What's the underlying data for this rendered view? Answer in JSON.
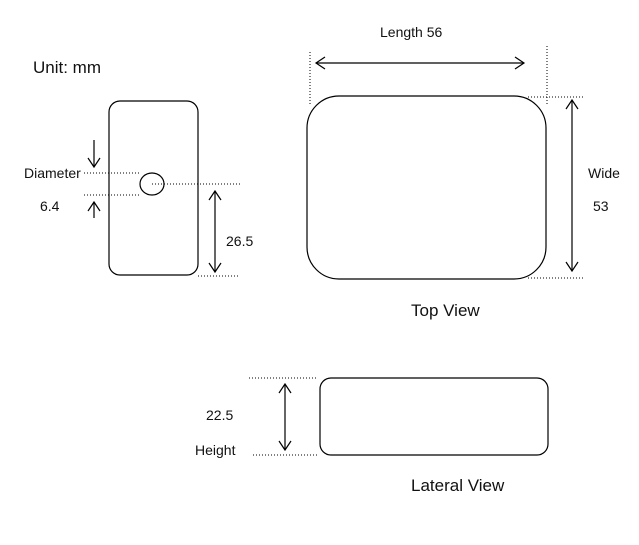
{
  "unit_label": "Unit: mm",
  "side": {
    "diameter_label": "Diameter",
    "diameter_value": "6.4",
    "height_value": "26.5"
  },
  "top": {
    "length_label": "Length 56",
    "wide_label": "Wide",
    "wide_value": "53",
    "caption": "Top View"
  },
  "lateral": {
    "height_value": "22.5",
    "height_label": "Height",
    "caption": "Lateral View"
  }
}
